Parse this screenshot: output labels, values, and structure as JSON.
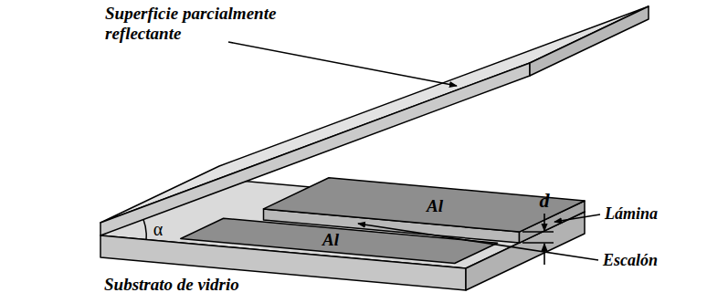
{
  "diagram": {
    "labels": [
      "Superficie parcialmente reflectante",
      "d",
      "Al",
      "Al",
      "Lámina",
      "α",
      "Escalón",
      "Substrato de vidrio"
    ]
  }
}
